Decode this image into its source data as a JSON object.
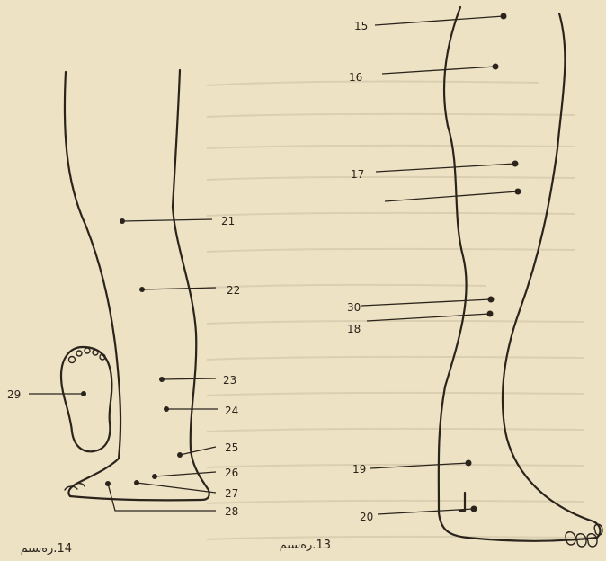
{
  "figures": [
    {
      "caption": "14.رەسىم"
    },
    {
      "caption": "13.رەسىم"
    }
  ],
  "points": [
    {
      "id": "p15",
      "label": "15"
    },
    {
      "id": "p16",
      "label": "16"
    },
    {
      "id": "p17",
      "label": "17"
    },
    {
      "id": "p30",
      "label": "30"
    },
    {
      "id": "p18",
      "label": "18"
    },
    {
      "id": "p19",
      "label": "19"
    },
    {
      "id": "p20",
      "label": "20"
    },
    {
      "id": "p21",
      "label": "21"
    },
    {
      "id": "p22",
      "label": "22"
    },
    {
      "id": "p23",
      "label": "23"
    },
    {
      "id": "p24",
      "label": "24"
    },
    {
      "id": "p25",
      "label": "25"
    },
    {
      "id": "p26",
      "label": "26"
    },
    {
      "id": "p27",
      "label": "27"
    },
    {
      "id": "p28",
      "label": "28"
    },
    {
      "id": "p29",
      "label": "29"
    }
  ]
}
